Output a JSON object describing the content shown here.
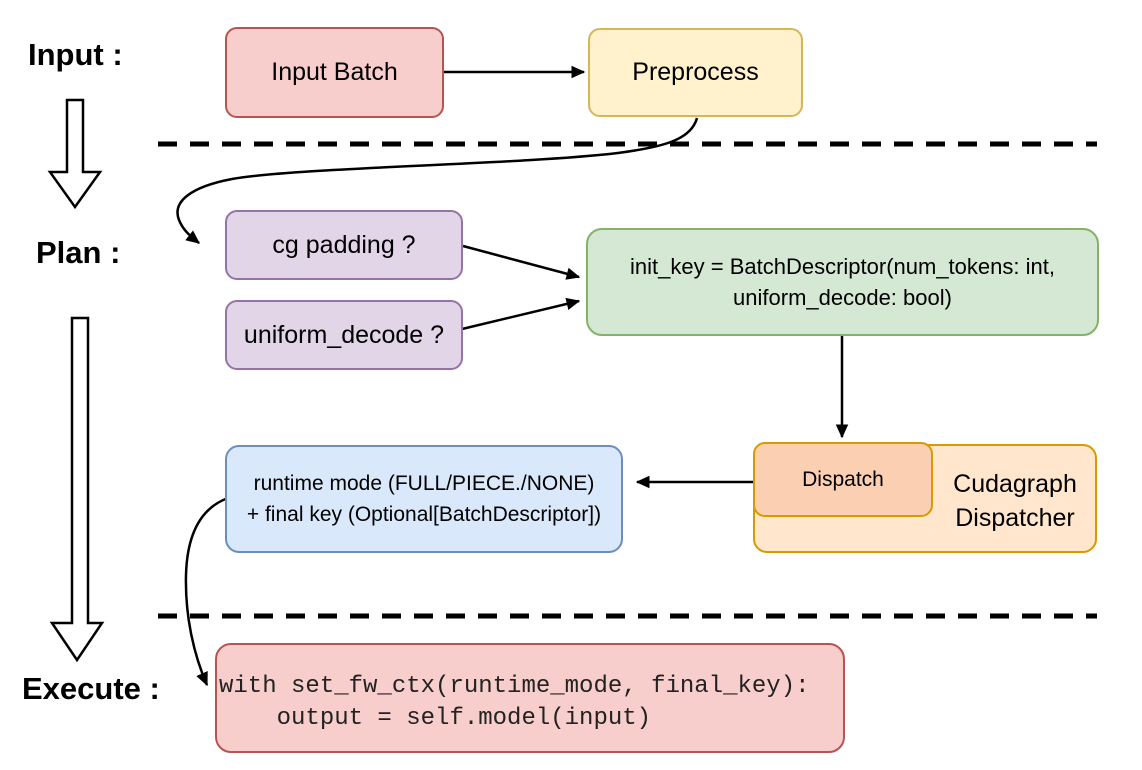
{
  "sections": {
    "input": {
      "label": "Input :"
    },
    "plan": {
      "label": "Plan :"
    },
    "execute": {
      "label": "Execute :"
    }
  },
  "nodes": {
    "input_batch": {
      "label": "Input Batch",
      "fill": "#f8cecc",
      "stroke": "#b85450"
    },
    "preprocess": {
      "label": "Preprocess",
      "fill": "#fff2cc",
      "stroke": "#d6b656"
    },
    "cg_padding": {
      "label": "cg padding ?",
      "fill": "#e1d5e7",
      "stroke": "#9673a6"
    },
    "uniform_decode": {
      "label": "uniform_decode ?",
      "fill": "#e1d5e7",
      "stroke": "#9673a6"
    },
    "init_key": {
      "line1": "init_key = BatchDescriptor(num_tokens: int,",
      "line2": "uniform_decode: bool)",
      "fill": "#d5e8d4",
      "stroke": "#82b366"
    },
    "dispatch": {
      "label": "Dispatch",
      "fill": "#fbcfb1",
      "stroke": "#d79b00"
    },
    "cudagraph_dispatcher": {
      "line1": "Cudagraph",
      "line2": "Dispatcher",
      "fill": "#ffe6cc",
      "stroke": "#d79b00"
    },
    "runtime_mode": {
      "line1": "runtime mode (FULL/PIECE./NONE)",
      "line2": "+ final key (Optional[BatchDescriptor])",
      "fill": "#dae8fc",
      "stroke": "#6c8ebf"
    },
    "execute_code": {
      "line1": "with set_fw_ctx(runtime_mode, final_key):",
      "line2": "    output = self.model(input)",
      "fill": "#f8cecc",
      "stroke": "#b85450"
    }
  },
  "connector_color": "#000000"
}
